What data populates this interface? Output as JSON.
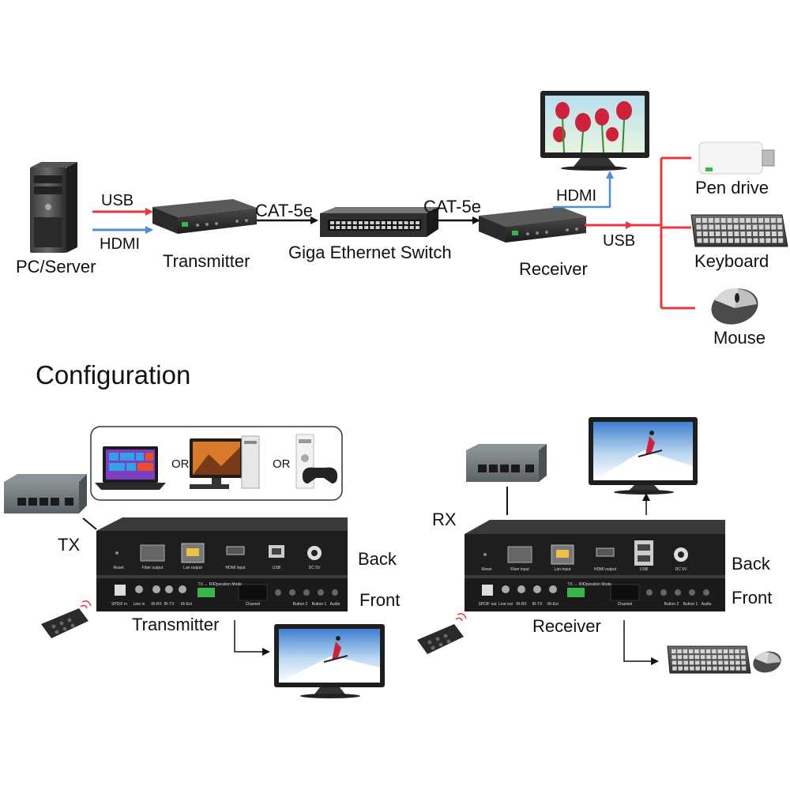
{
  "top_diagram": {
    "labels": {
      "pc": "PC/Server",
      "usb_left": "USB",
      "hdmi_left": "HDMI",
      "transmitter": "Transmitter",
      "cat5e_left": "CAT-5e",
      "switch": "Giga Ethernet Switch",
      "cat5e_right": "CAT-5e",
      "hdmi_right": "HDMI",
      "receiver": "Receiver",
      "usb_right": "USB",
      "pen_drive": "Pen drive",
      "keyboard": "Keyboard",
      "mouse": "Mouse"
    },
    "colors": {
      "usb": "#e8383d",
      "hdmi": "#4a90d9",
      "cable": "#111111"
    },
    "icons": [
      "pc-tower-icon",
      "extender-box-icon",
      "network-switch-icon",
      "monitor-icon",
      "usb-drive-icon",
      "keyboard-icon",
      "mouse-icon"
    ]
  },
  "config": {
    "heading": "Configuration",
    "tx": {
      "tag": "TX",
      "sources_sep1": "OR",
      "sources_sep2": "OR",
      "back": "Back",
      "front": "Front",
      "name": "Transmitter",
      "back_ports": [
        "Reset",
        "Fiber output",
        "Lan output",
        "HDMI input",
        "USB",
        "DC 5V"
      ],
      "front_ports": [
        "SPDIF in",
        "Line in",
        "IR-RX",
        "IR-TX",
        "IR-Ext",
        "Channel",
        "Button 2",
        "Button 1",
        "Audio"
      ],
      "front_switch": "TX ↔ RX",
      "front_mode": "Operation Mode"
    },
    "rx": {
      "tag": "RX",
      "back": "Back",
      "front": "Front",
      "name": "Receiver",
      "back_ports": [
        "Reset",
        "Fiber input",
        "Lan input",
        "HDMI output",
        "USB",
        "DC 5V"
      ],
      "front_ports": [
        "SPDIF out",
        "Line out",
        "IR-RX",
        "IR-TX",
        "IR-Ext",
        "Channel",
        "Button 2",
        "Button 1",
        "Audio"
      ],
      "front_switch": "TX ↔ RX",
      "front_mode": "Operation Mode"
    }
  }
}
